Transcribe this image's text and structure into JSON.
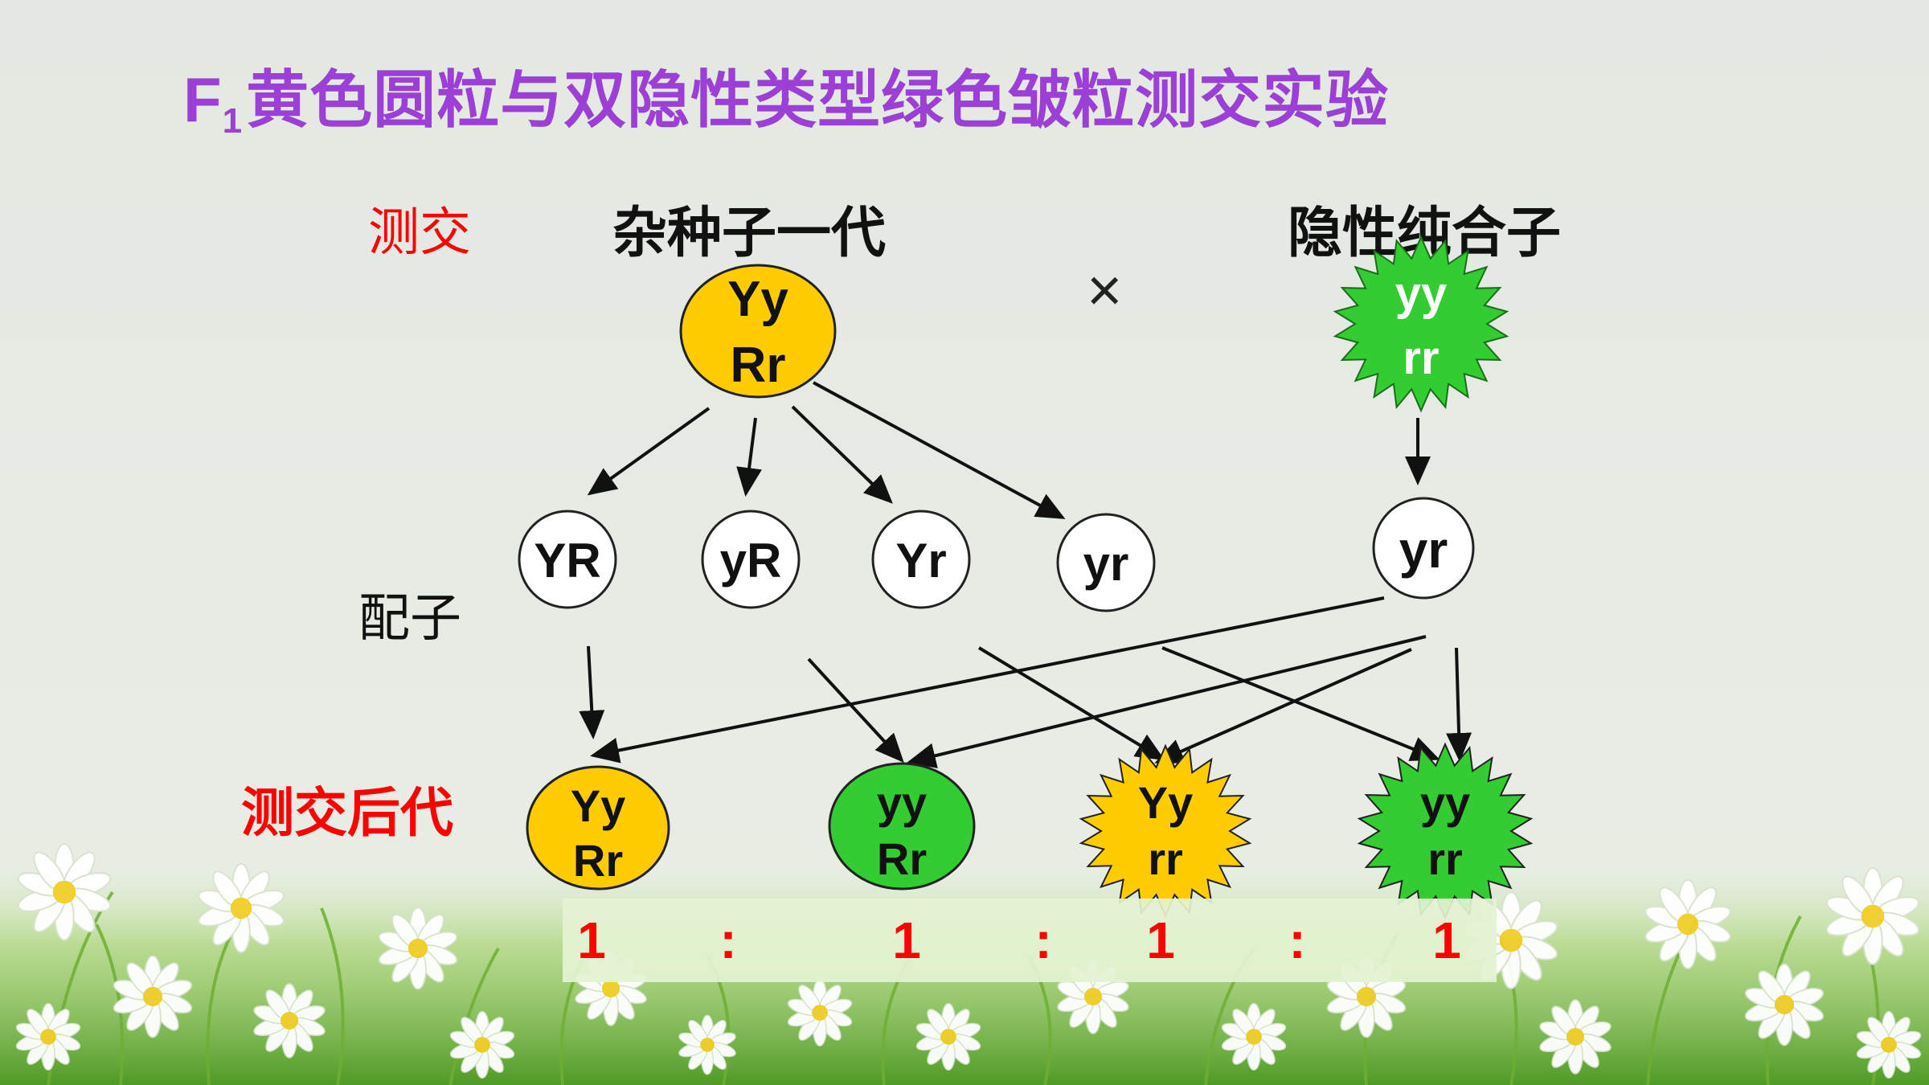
{
  "title": {
    "prefix": "F",
    "sub": "1",
    "text": "黄色圆粒与双隐性类型绿色皱粒测交实验"
  },
  "labels": {
    "cross": "测交",
    "hybrid": "杂种子一代",
    "recessive": "隐性纯合子",
    "times": "×",
    "gametes": "配子",
    "offspring": "测交后代"
  },
  "parents": {
    "hybrid": {
      "line1": "Yy",
      "line2": "Rr",
      "color": "#ffcc00",
      "shape": "circle"
    },
    "recessive": {
      "line1": "yy",
      "line2": "rr",
      "color": "#33cc33",
      "shape": "star"
    }
  },
  "gametes": {
    "hybrid": [
      "YR",
      "yR",
      "Yr",
      "yr"
    ],
    "recessive": "yr"
  },
  "offspring": [
    {
      "line1": "Yy",
      "line2": "Rr",
      "color": "#ffcc00",
      "shape": "circle"
    },
    {
      "line1": "yy",
      "line2": "Rr",
      "color": "#33cc33",
      "shape": "circle"
    },
    {
      "line1": "Yy",
      "line2": "rr",
      "color": "#ffcc00",
      "shape": "star"
    },
    {
      "line1": "yy",
      "line2": "rr",
      "color": "#33cc33",
      "shape": "star"
    }
  ],
  "ratio": [
    "1",
    ":",
    "1",
    ":",
    "1",
    ":",
    "1"
  ],
  "colors": {
    "title": "#9b3fd6",
    "red": "#ff0000",
    "yellow": "#ffcc00",
    "green": "#33cc33",
    "ratio_bg": "#e4f3d3"
  }
}
